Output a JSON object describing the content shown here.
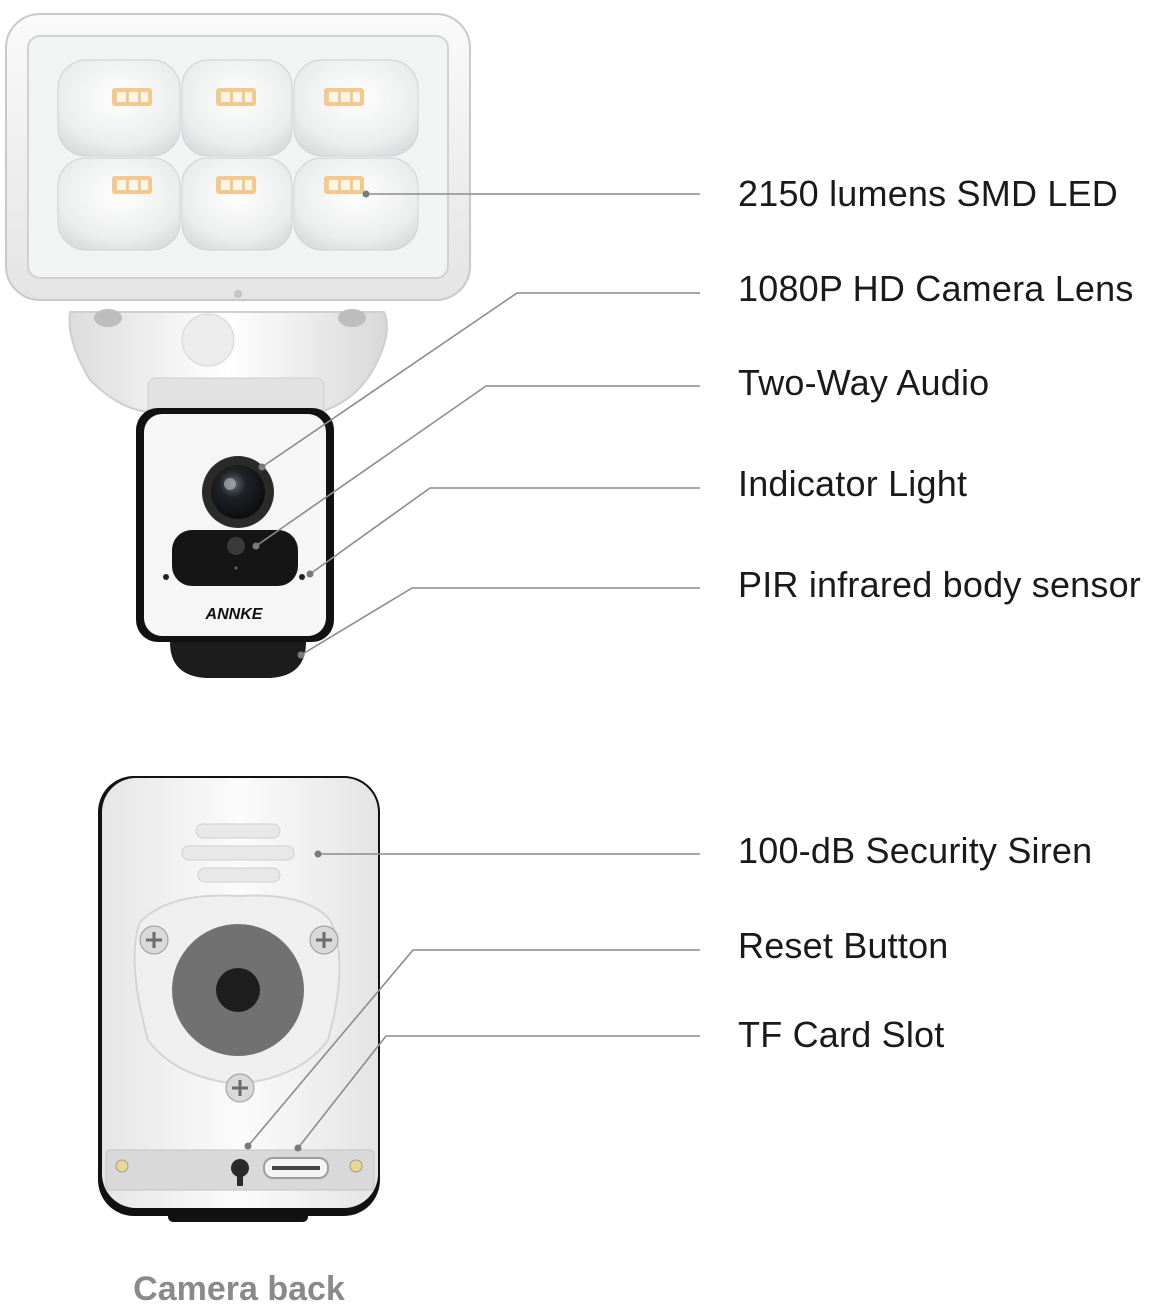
{
  "callouts": [
    {
      "id": "led",
      "label": "2150 lumens SMD LED"
    },
    {
      "id": "lens",
      "label": "1080P HD Camera Lens"
    },
    {
      "id": "audio",
      "label": "Two-Way Audio"
    },
    {
      "id": "indicator",
      "label": "Indicator Light"
    },
    {
      "id": "pir",
      "label": "PIR infrared body sensor"
    },
    {
      "id": "siren",
      "label": "100-dB Security Siren"
    },
    {
      "id": "reset",
      "label": "Reset Button"
    },
    {
      "id": "tf",
      "label": "TF Card Slot"
    }
  ],
  "brand": {
    "logo_text": "ANNKE"
  },
  "caption": "Camera back",
  "colors": {
    "label_text": "#1a1a1a",
    "caption_text": "#8a8a8a",
    "leader_line": "#8c8c8c",
    "device_body": "#f4f4f4",
    "lens_dark": "#1b1b1b"
  }
}
